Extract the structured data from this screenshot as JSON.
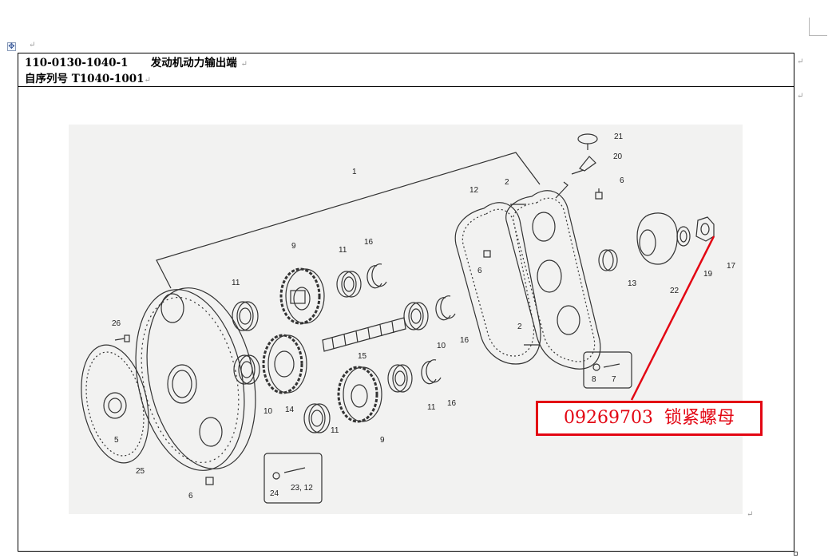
{
  "header": {
    "part_code": "110-0130-1040-1",
    "part_title": "发动机动力输出端",
    "serial_line": "自序列号 T1040-1001"
  },
  "marks": {
    "paragraph": "↵",
    "move_handle": "✥"
  },
  "callout": {
    "part_number": "09269703",
    "part_name": "锁紧螺母"
  },
  "part_labels": [
    "1",
    "2",
    "2",
    "5",
    "6",
    "6",
    "6",
    "7",
    "8",
    "9",
    "9",
    "10",
    "10",
    "11",
    "11",
    "11",
    "11",
    "12",
    "13",
    "14",
    "15",
    "16",
    "16",
    "16",
    "17",
    "19",
    "20",
    "21",
    "22",
    "23, 12",
    "24",
    "25",
    "26"
  ],
  "colors": {
    "callout_red": "#e30613",
    "line_art": "#333333",
    "diagram_bg": "#f2f2f1"
  }
}
